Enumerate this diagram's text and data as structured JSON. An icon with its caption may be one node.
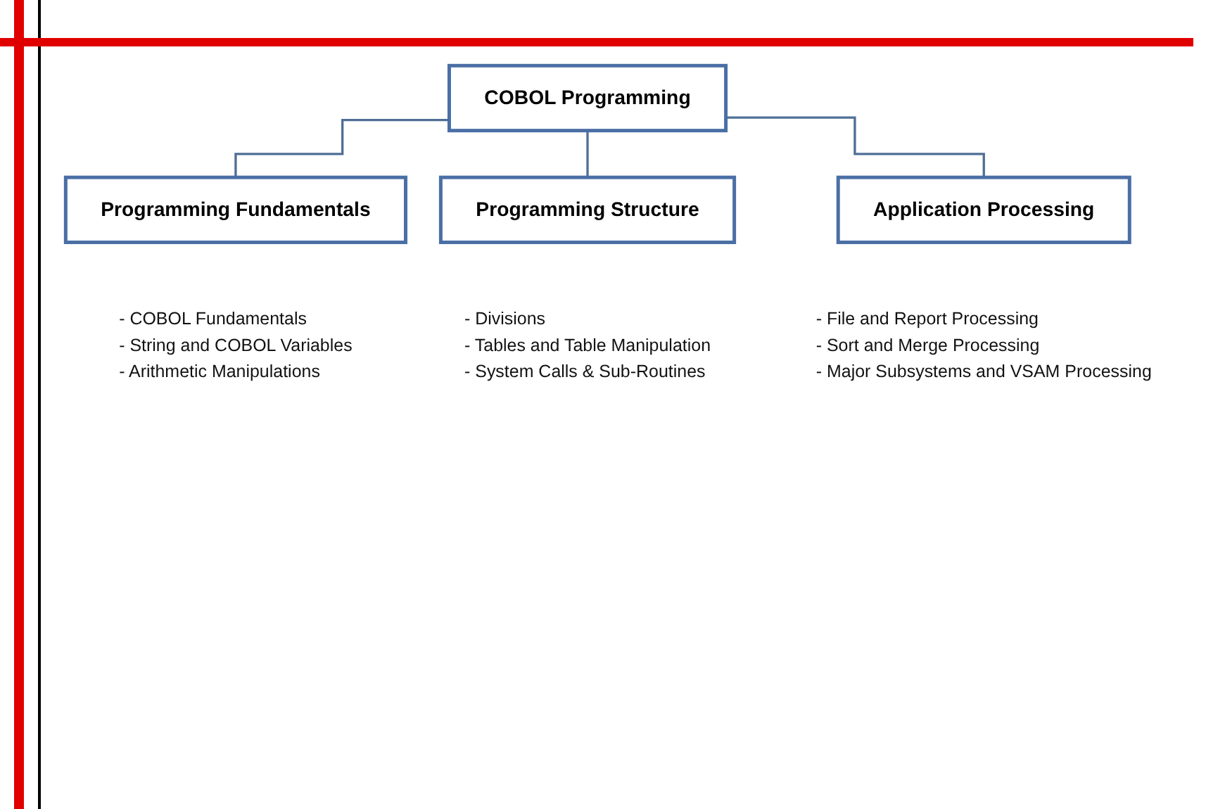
{
  "diagram": {
    "nodes": [
      {
        "text": [
          "COBOL Programming"
        ]
      },
      {
        "text": [
          "Programming  Fundamentals"
        ],
        "beside": [
          "- COBOL Fundamentals",
          "- String and COBOL Variables",
          "- Arithmetic Manipulations"
        ]
      },
      {
        "text": [
          "Programming Structure"
        ],
        "beside": [
          "- Divisions",
          "- Tables and Table Manipulation",
          "- System Calls & Sub-Routines"
        ]
      },
      {
        "text": [
          "Application Processing"
        ],
        "beside": [
          "- File and Report Processing",
          "- Sort and Merge Processing",
          "- Major Subsystems and VSAM Processing"
        ]
      }
    ],
    "edges": [
      {
        "from": 0,
        "to": 1,
        "arrow": "none"
      },
      {
        "from": 0,
        "to": 2,
        "arrow": "none"
      },
      {
        "from": 0,
        "to": 3,
        "arrow": "none"
      }
    ]
  }
}
